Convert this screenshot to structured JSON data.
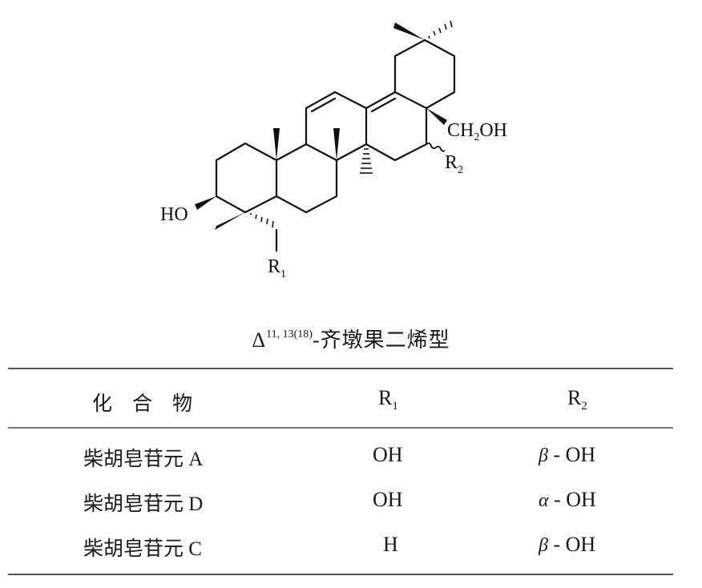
{
  "structure": {
    "labels": {
      "ho": "HO",
      "ch2oh_prefix": "CH",
      "ch2oh_sub": "2",
      "ch2oh_suffix": "OH",
      "r1": "R",
      "r1_sub": "1",
      "r2": "R",
      "r2_sub": "2"
    }
  },
  "caption": {
    "delta": "Δ",
    "superscript": "11, 13(18)",
    "text": "-齐墩果二烯型"
  },
  "table": {
    "headers": {
      "compound": "化　合　物",
      "r1": "R",
      "r1_sub": "1",
      "r2": "R",
      "r2_sub": "2"
    },
    "rows": [
      {
        "compound": "柴胡皂苷元 A",
        "r1": "OH",
        "r2_greek": "β",
        "r2_rest": " - OH"
      },
      {
        "compound": "柴胡皂苷元 D",
        "r1": "OH",
        "r2_greek": "α",
        "r2_rest": " - OH"
      },
      {
        "compound": "柴胡皂苷元 C",
        "r1": "H",
        "r2_greek": "β",
        "r2_rest": " - OH"
      }
    ]
  }
}
